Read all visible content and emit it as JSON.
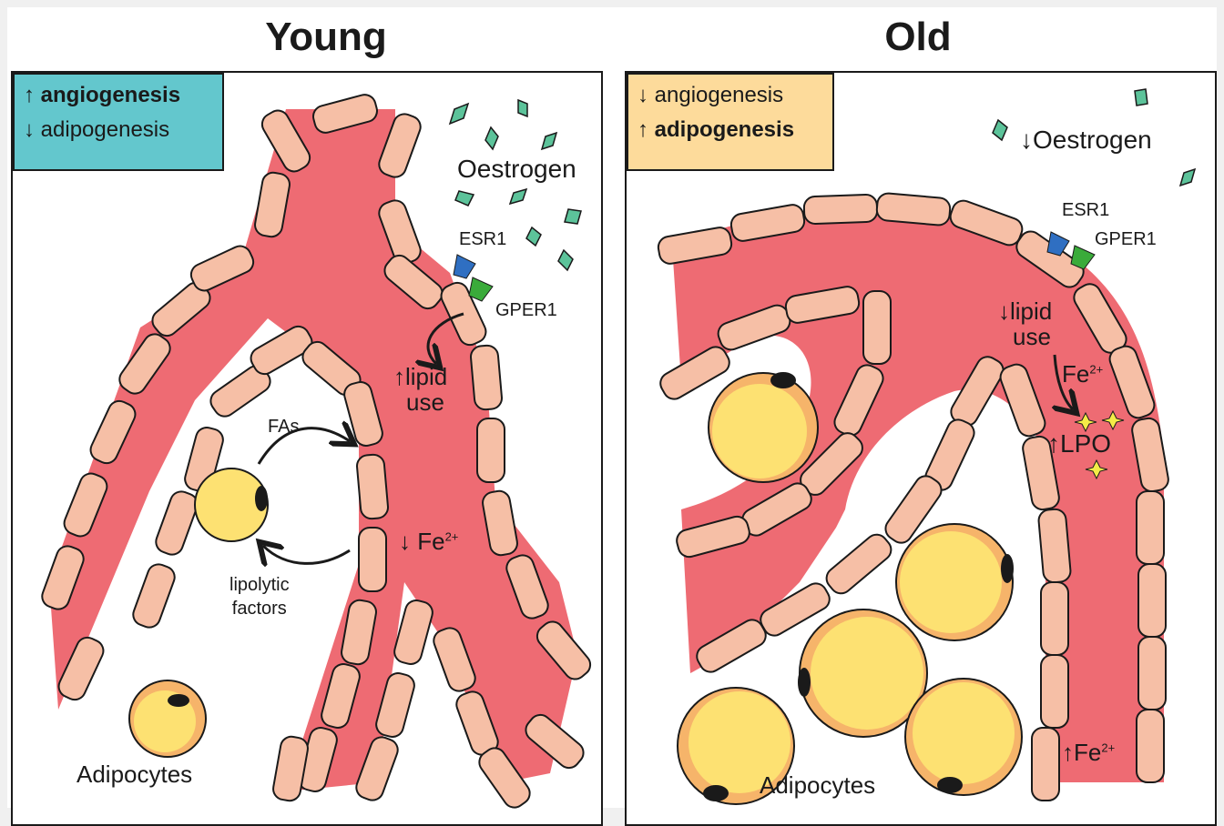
{
  "young": {
    "title": "Young",
    "box_line1_arrow": "↑",
    "box_line1": "angiogenesis",
    "box_line2_arrow": "↓",
    "box_line2": "adipogenesis",
    "oestrogen": "Oestrogen",
    "esr1": "ESR1",
    "gper1": "GPER1",
    "lipid_line1": "↑lipid",
    "lipid_line2": "use",
    "fas": "FAs",
    "lipolytic_line1": "lipolytic",
    "lipolytic_line2": "factors",
    "fe": "↓ Fe",
    "fe_sup": "2+",
    "adipocytes": "Adipocytes"
  },
  "old": {
    "title": "Old",
    "box_line1_arrow": "↓",
    "box_line1": "angiogenesis",
    "box_line2_arrow": "↑",
    "box_line2": "adipogenesis",
    "oestrogen": "↓Oestrogen",
    "esr1": "ESR1",
    "gper1": "GPER1",
    "lipid_line1": "↓lipid",
    "lipid_line2": "use",
    "fe_mid": "Fe",
    "fe_mid_sup": "2+",
    "lpo": "↑LPO",
    "fe_bottom": "↑Fe",
    "fe_bottom_sup": "2+",
    "adipocytes": "Adipocytes"
  },
  "colors": {
    "vessel": "#ee6b73",
    "cell": "#f6bfa6",
    "nucleus": "#1a1a1a",
    "adipocyte_fill": "#fde172",
    "adipocyte_rim": "#f6b46a",
    "oestrogen": "#5cc39a",
    "esr1": "#2f6fc2",
    "gper1": "#3aab3a",
    "young_box": "#63c7cd",
    "old_box": "#fddb9b",
    "sparkle": "#f4ec47"
  }
}
